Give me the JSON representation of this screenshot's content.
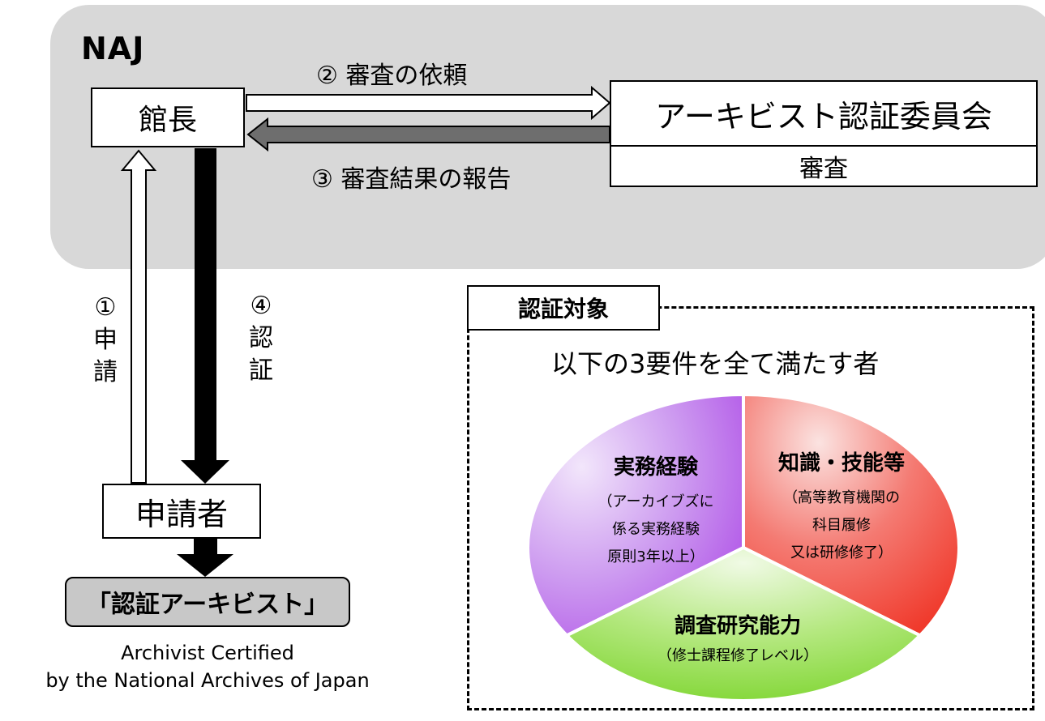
{
  "naj": {
    "label": "NAJ"
  },
  "director": {
    "label": "館長"
  },
  "committee": {
    "label": "アーキビスト認証委員会",
    "review_label": "審査"
  },
  "steps": {
    "request_review": "② 審査の依頼",
    "report_result": "③ 審査結果の報告",
    "apply": [
      "①",
      "申",
      "請"
    ],
    "certify": [
      "④",
      "認",
      "証"
    ]
  },
  "applicant": {
    "label": "申請者"
  },
  "certified": {
    "badge": "「認証アーキビスト」",
    "english_line1": "Archivist Certified",
    "english_line2": "by the National Archives of Japan"
  },
  "target": {
    "tab": "認証対象",
    "subtitle": "以下の3要件を全て満たす者",
    "requirements": [
      {
        "title": "実務経験",
        "lines": [
          "（アーカイブズに",
          "係る実務経験",
          "原則3年以上）"
        ],
        "color": "#b067e6"
      },
      {
        "title": "知識・技能等",
        "lines": [
          "（高等教育機関の",
          "科目履修",
          "又は研修修了）"
        ],
        "color": "#f0403a"
      },
      {
        "title": "調査研究能力",
        "lines": [
          "（修士課程修了レベル）"
        ],
        "color": "#8ede43"
      }
    ]
  },
  "colors": {
    "naj_bg": "#d8d8d8",
    "arrow_dark": "#000000",
    "arrow_gray": "#6e6e6e"
  }
}
